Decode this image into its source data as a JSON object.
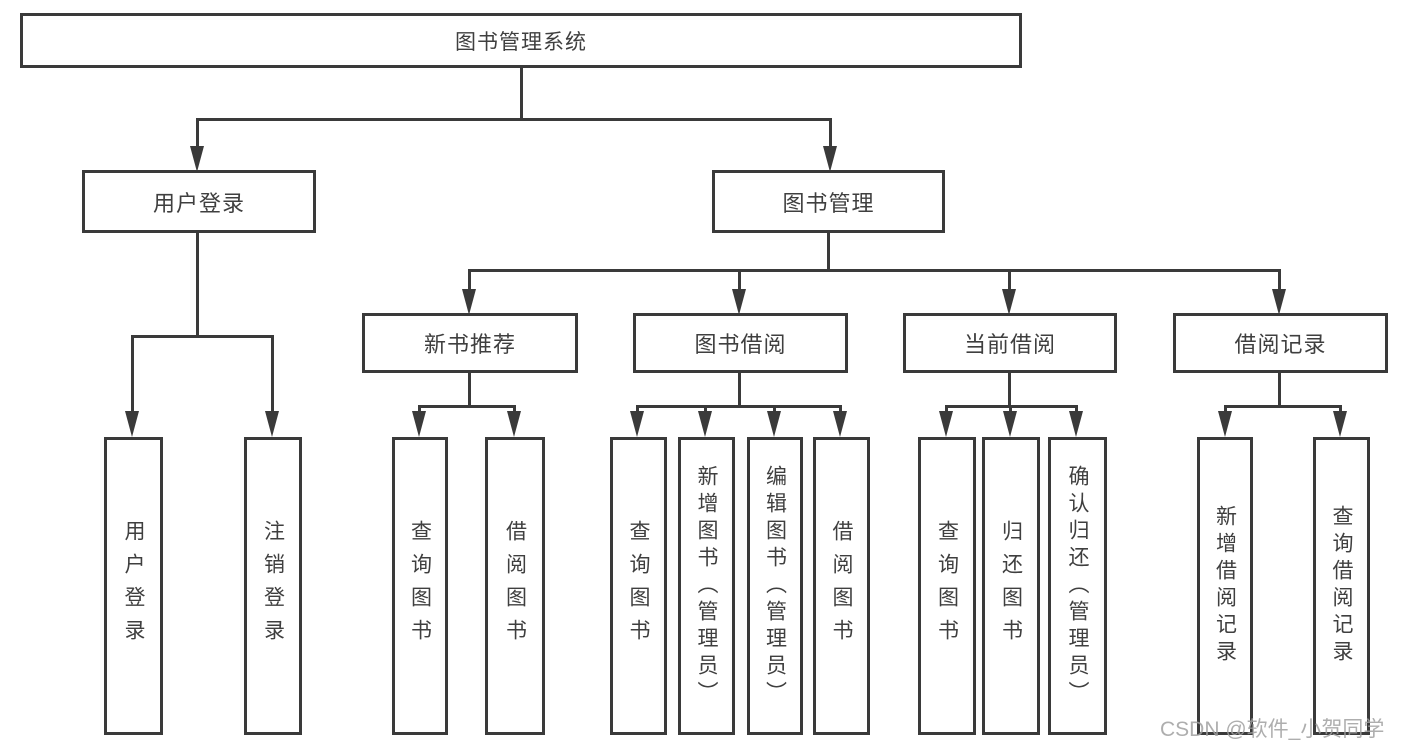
{
  "diagram": {
    "title": "图书管理系统",
    "level2": [
      {
        "label": "用户登录"
      },
      {
        "label": "图书管理"
      }
    ],
    "level3": [
      {
        "label": "新书推荐"
      },
      {
        "label": "图书借阅"
      },
      {
        "label": "当前借阅"
      },
      {
        "label": "借阅记录"
      }
    ],
    "leaves": {
      "user_login": [
        {
          "label": "用户登录"
        },
        {
          "label": "注销登录"
        }
      ],
      "new_books": [
        {
          "label": "查询图书"
        },
        {
          "label": "借阅图书"
        }
      ],
      "book_borrow": [
        {
          "label": "查询图书"
        },
        {
          "label": "新增图书（管理员）"
        },
        {
          "label": "编辑图书（管理员）"
        },
        {
          "label": "借阅图书"
        }
      ],
      "current_borrow": [
        {
          "label": "查询图书"
        },
        {
          "label": "归还图书"
        },
        {
          "label": "确认归还（管理员）"
        }
      ],
      "borrow_records": [
        {
          "label": "新增借阅记录"
        },
        {
          "label": "查询借阅记录"
        }
      ]
    }
  },
  "watermark": {
    "text": "CSDN @软件_小贺同学"
  },
  "colors": {
    "line": "#3a3a3a",
    "box_border": "#3a3a3a",
    "text": "#3f3f3f",
    "background": "#ffffff",
    "watermark": "#a0a0a0"
  }
}
